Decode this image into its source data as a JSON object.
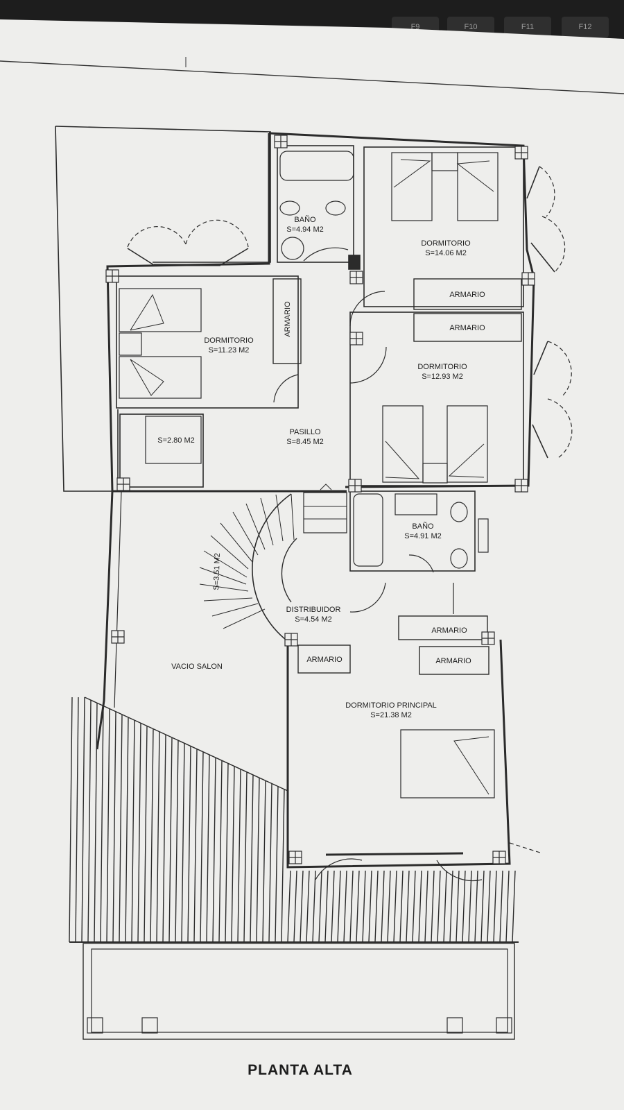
{
  "keyboard": {
    "keys": [
      "F9",
      "F10",
      "F11",
      "F12"
    ]
  },
  "plan": {
    "title": "PLANTA ALTA",
    "rooms": {
      "bano_top": {
        "name": "BAÑO",
        "area": "S=4.94 M2"
      },
      "dorm_top_right": {
        "name": "DORMITORIO",
        "area": "S=14.06 M2"
      },
      "dorm_left": {
        "name": "DORMITORIO",
        "area": "S=11.23 M2"
      },
      "dorm_mid_right": {
        "name": "DORMITORIO",
        "area": "S=12.93 M2"
      },
      "pasillo": {
        "name": "PASILLO",
        "area": "S=8.45 M2"
      },
      "closet_small": {
        "area": "S=2.80 M2"
      },
      "bano_mid": {
        "name": "BAÑO",
        "area": "S=4.91 M2"
      },
      "distribuidor": {
        "name": "DISTRIBUIDOR",
        "area": "S=4.54 M2"
      },
      "stair": {
        "area": "S=3.51 M2"
      },
      "vacio": {
        "name": "VACIO SALON"
      },
      "principal": {
        "name": "DORMITORIO PRINCIPAL",
        "area": "S=21.38 M2"
      }
    },
    "armario_label": "ARMARIO"
  },
  "colors": {
    "paper": "#efefed",
    "ink": "#2b2b2b",
    "shadow": "#1d1d1d"
  }
}
